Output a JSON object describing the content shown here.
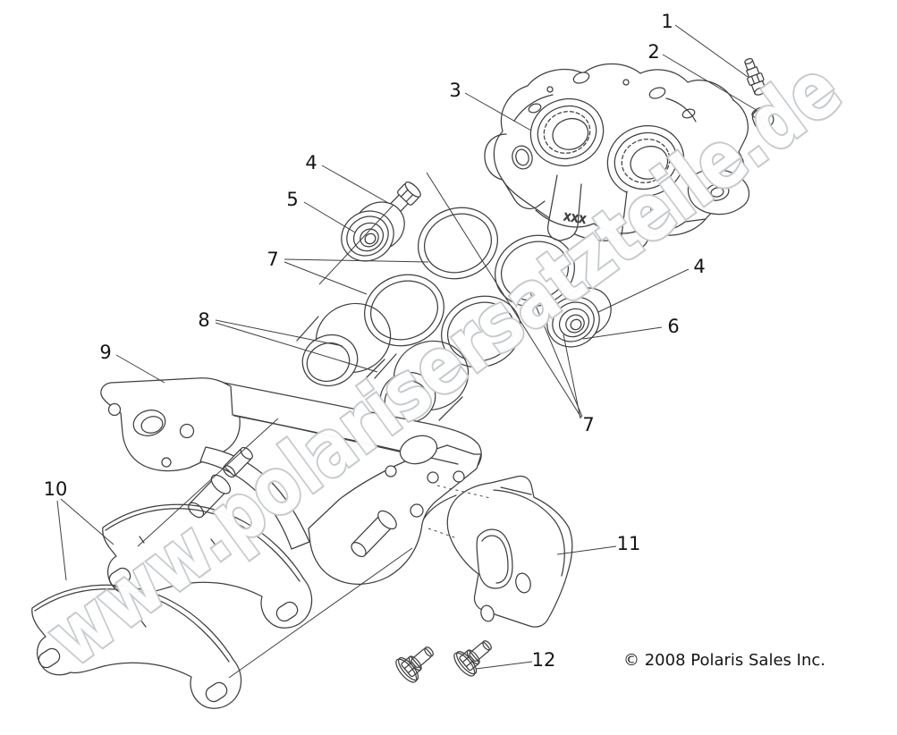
{
  "diagram": {
    "watermark_text": "www.polarisersatzteile.de",
    "copyright_text": "© 2008 Polaris Sales Inc.",
    "caliper_marking": "XXX",
    "callouts": [
      {
        "label": "1"
      },
      {
        "label": "2"
      },
      {
        "label": "3"
      },
      {
        "label": "4"
      },
      {
        "label": "5"
      },
      {
        "label": "7"
      },
      {
        "label": "8"
      },
      {
        "label": "9"
      },
      {
        "label": "10"
      },
      {
        "label": "4"
      },
      {
        "label": "6"
      },
      {
        "label": "7"
      },
      {
        "label": "11"
      },
      {
        "label": "12"
      }
    ]
  }
}
